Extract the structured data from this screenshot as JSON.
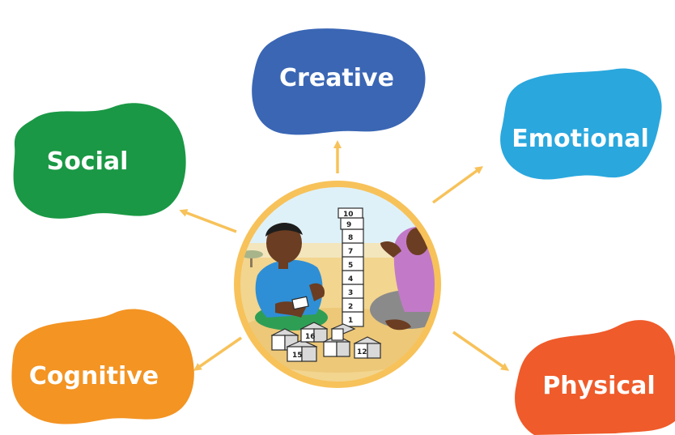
{
  "diagram": {
    "center_image": "children-stacking-numbered-blocks",
    "nodes": [
      {
        "id": "creative",
        "label": "Creative",
        "color": "#3a66b4"
      },
      {
        "id": "emotional",
        "label": "Emotional",
        "color": "#2aa7dd"
      },
      {
        "id": "social",
        "label": "Social",
        "color": "#1a9845"
      },
      {
        "id": "cognitive",
        "label": "Cognitive",
        "color": "#f39423"
      },
      {
        "id": "physical",
        "label": "Physical",
        "color": "#ef5b2a"
      }
    ],
    "arrow_color": "#f7c25a",
    "frame_color": "#f7c25a",
    "tower_numbers": [
      "10",
      "9",
      "8",
      "7",
      "5",
      "4",
      "3",
      "2",
      "1"
    ],
    "floor_block_numbers": [
      "15",
      "16",
      "12"
    ]
  }
}
